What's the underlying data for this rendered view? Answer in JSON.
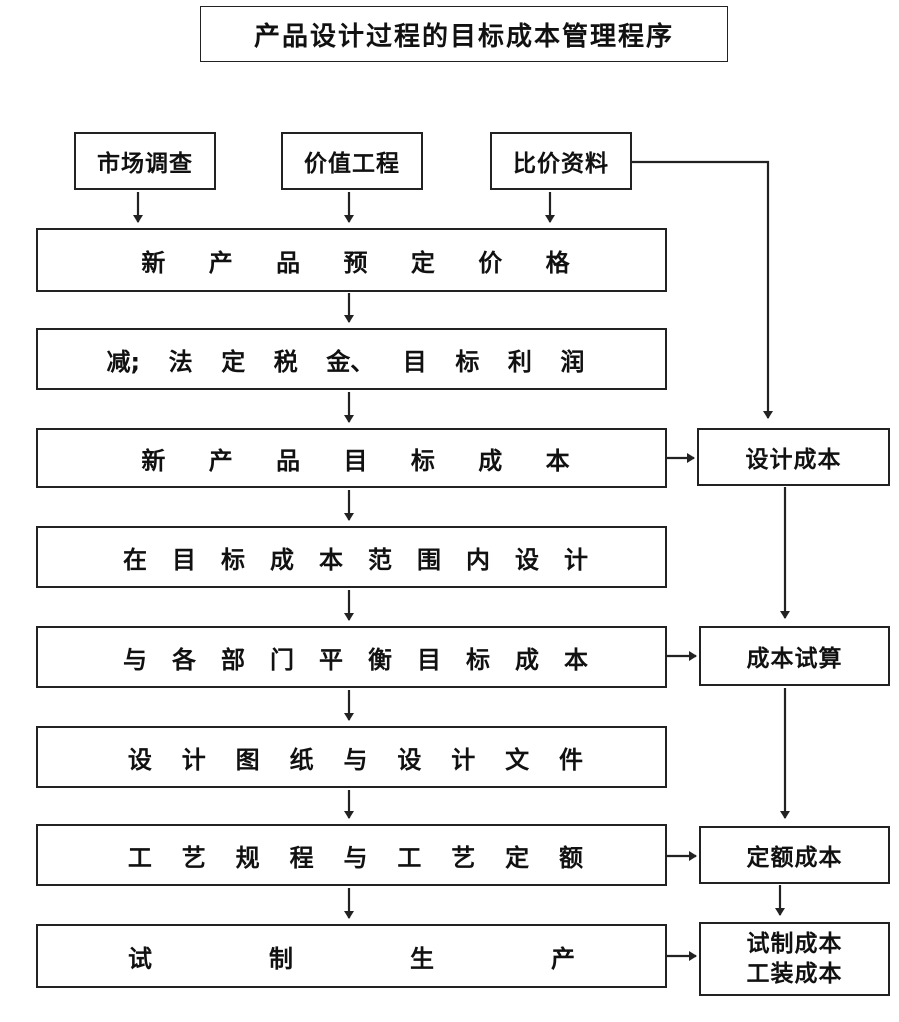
{
  "title": "产品设计过程的目标成本管理程序",
  "inputs": [
    "市场调查",
    "价值工程",
    "比价资料"
  ],
  "steps": [
    {
      "chars": [
        "新",
        "产",
        "品",
        "预",
        "定",
        "价",
        "格"
      ]
    },
    {
      "chars": [
        "减;",
        "法",
        "定",
        "税",
        "金、",
        "目",
        "标",
        "利",
        "润"
      ]
    },
    {
      "chars": [
        "新",
        "产",
        "品",
        "目",
        "标",
        "成",
        "本"
      ]
    },
    {
      "chars": [
        "在",
        "目",
        "标",
        "成",
        "本",
        "范",
        "围",
        "内",
        "设",
        "计"
      ]
    },
    {
      "chars": [
        "与",
        "各",
        "部",
        "门",
        "平",
        "衡",
        "目",
        "标",
        "成",
        "本"
      ]
    },
    {
      "chars": [
        "设",
        "计",
        "图",
        "纸",
        "与",
        "设",
        "计",
        "文",
        "件"
      ]
    },
    {
      "chars": [
        "工",
        "艺",
        "规",
        "程",
        "与",
        "工",
        "艺",
        "定",
        "额"
      ]
    },
    {
      "chars": [
        "试",
        "制",
        "生",
        "产"
      ]
    }
  ],
  "side_boxes": [
    {
      "line1": "设计成本"
    },
    {
      "line1": "成本试算"
    },
    {
      "line1": "定额成本"
    },
    {
      "line1": "试制成本",
      "line2": "工装成本"
    }
  ]
}
